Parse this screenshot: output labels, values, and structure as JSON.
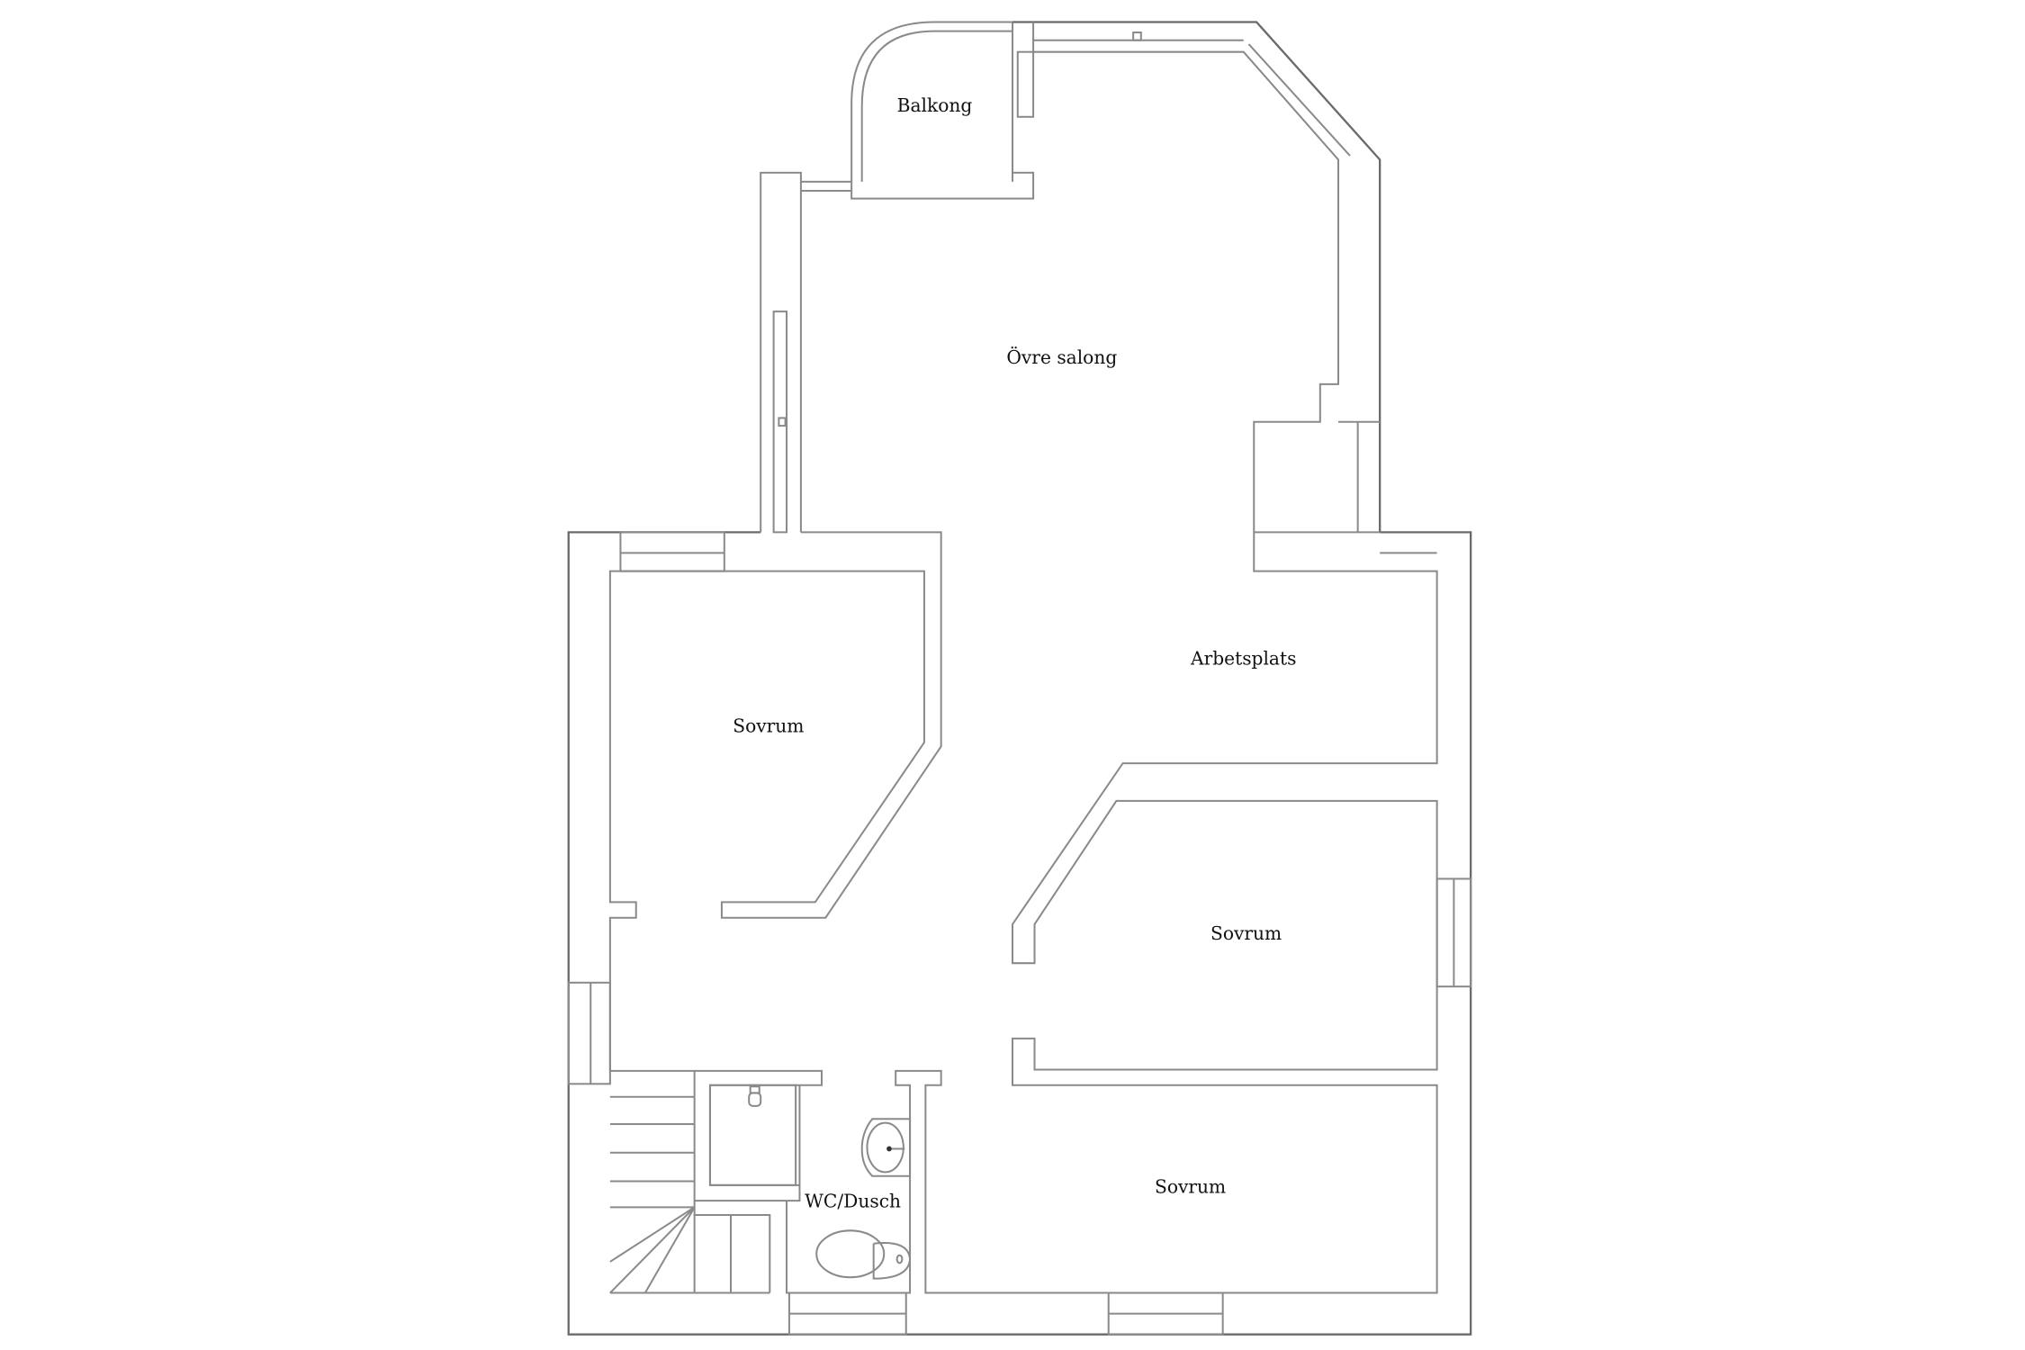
{
  "rooms": {
    "balkong": "Balkong",
    "ovre_salong": "Övre salong",
    "arbetsplats": "Arbetsplats",
    "sovrum_left": "Sovrum",
    "sovrum_middle": "Sovrum",
    "sovrum_bottom": "Sovrum",
    "wc": "WC/Dusch"
  },
  "colors": {
    "wall": "#8a8a8a",
    "text": "#111111",
    "background": "#ffffff"
  }
}
